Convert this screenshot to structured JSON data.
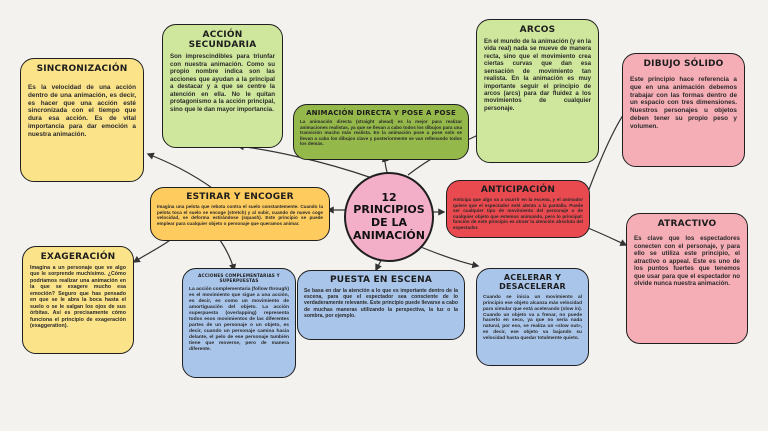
{
  "center": {
    "title": "12\nPRINCIPIOS\nDE LA\nANIMACIÓN"
  },
  "nodes": {
    "accion_secundaria": {
      "title": "ACCIÓN SECUNDARIA",
      "text": "Son imprescindibles para triunfar con nuestra animación. Como su propio nombre indica son las acciones que ayudan a la principal a destacar y a que se centre la atención en ella. No le quitan protagonismo a la acción principal, sino que le dan mayor importancia."
    },
    "sincronizacion": {
      "title": "SINCRONIZACIÓN",
      "text": "Es la velocidad de una acción dentro de una animación, es decir, es hacer que una acción esté sincronizada con el tiempo que dura esa acción. Es de vital importancia para dar emoción a nuestra animación."
    },
    "accion_directa": {
      "title": "ANIMACIÓN DIRECTA Y POSE A POSE",
      "text": "La animación directa (straight ahead) es la mejor para realizar animaciones realistas, ya que se llevan a cabo todos los dibujos para una transición mucho más realista. En la animación pose a pose solo se llevan a cabo los dibujos clave y posteriormente se van rellenando todos los demás."
    },
    "arcos": {
      "title": "ARCOS",
      "text": "En el mundo de la animación (y en la vida real) nada se mueve de manera recta, sino que el movimiento crea ciertas curvas que dan esa sensación de movimiento tan realista. En la animación es muy importante seguir el principio de arcos (arcs) para dar fluidez a los movimientos de cualquier personaje."
    },
    "dibujo_solido": {
      "title": "DIBUJO SÓLIDO",
      "text": "Este principio hace referencia a que en una animación debemos trabajar con las formas dentro de un espacio con tres dimensiones. Nuestros personajes u objetos deben tener su propio peso y volumen."
    },
    "estirar": {
      "title": "ESTIRAR Y ENCOGER",
      "text": "Imagina una pelota que rebota contra el suelo constantemente. Cuando la pelota toca el suelo se encoge (stretch) y al subir, cuando de nuevo coge velocidad, se deforma estirándose (squash). Este principio se puede emplear para cualquier objeto o personaje que queramos animar."
    },
    "anticipacion": {
      "title": "ANTICIPACIÓN",
      "text": "Anticipa que algo va a ocurrir en la escena, y el animador quiere que el espectador esté atento a la pantalla. Puede ser cualquier tipo de movimiento del personaje o de cualquier objeto que estemos animando, pero lo principal: función de este principio es atraer la atención absoluta del espectador."
    },
    "atractivo": {
      "title": "ATRACTIVO",
      "text": "Es clave que los espectadores conecten con el personaje, y para ello se utiliza este principio, el atractivo o appeal. Este es uno de los puntos fuertes que tenemos que usar para que el espectador no olvide nunca nuestra animación."
    },
    "exageracion": {
      "title": "EXAGERACIÓN",
      "text": "Imagina a un personaje que ve algo que le sorprende muchísimo. ¿Cómo podríamos realizar una animación en la que se exagere mucho esa emoción? Seguro que has pensado en que se le abra la boca hasta el suelo o se le salgan los ojos de sus órbitas. Así es precisamente cómo funciona el principio de exageración (exaggeration)."
    },
    "acciones_complementarias": {
      "title": "ACCIONES COMPLEMENTARIAS Y SUPERPUESTAS",
      "text": "La acción complementaria (follow through) es el movimiento que sigue a una acción, es decir, es como un movimiento de amortiguación del objeto. La acción superpuesta (overlapping) representa todos esos movimientos de las diferentes partes de un personaje o un objeto, es decir, cuando un personaje camina hacia delante, el pelo de ese personaje también tiene que moverse, pero de manera diferente."
    },
    "puesta_escena": {
      "title": "PUESTA EN ESCENA",
      "text": "Se basa en dar la atención a lo que es importante dentro de la escena, para que el espectador sea consciente de lo verdaderamente relevante. Este principio puede llevarse a cabo de muchas maneras utilizando la perspectiva, la luz o la sombra, por ejemplo."
    },
    "acelerar": {
      "title": "ACELERAR Y DESACELERAR",
      "text": "Cuando se inicia un movimiento al principio ese objeto alcanza más velocidad para simular que está acelerando (slow in). Cuando un objeto va a frenar, no puede hacerlo en seco, ya que no sería nada natural, por eso, se realiza un «slow out», es decir, ese objeto va bajando su velocidad hasta quedar totalmente quieto."
    }
  }
}
